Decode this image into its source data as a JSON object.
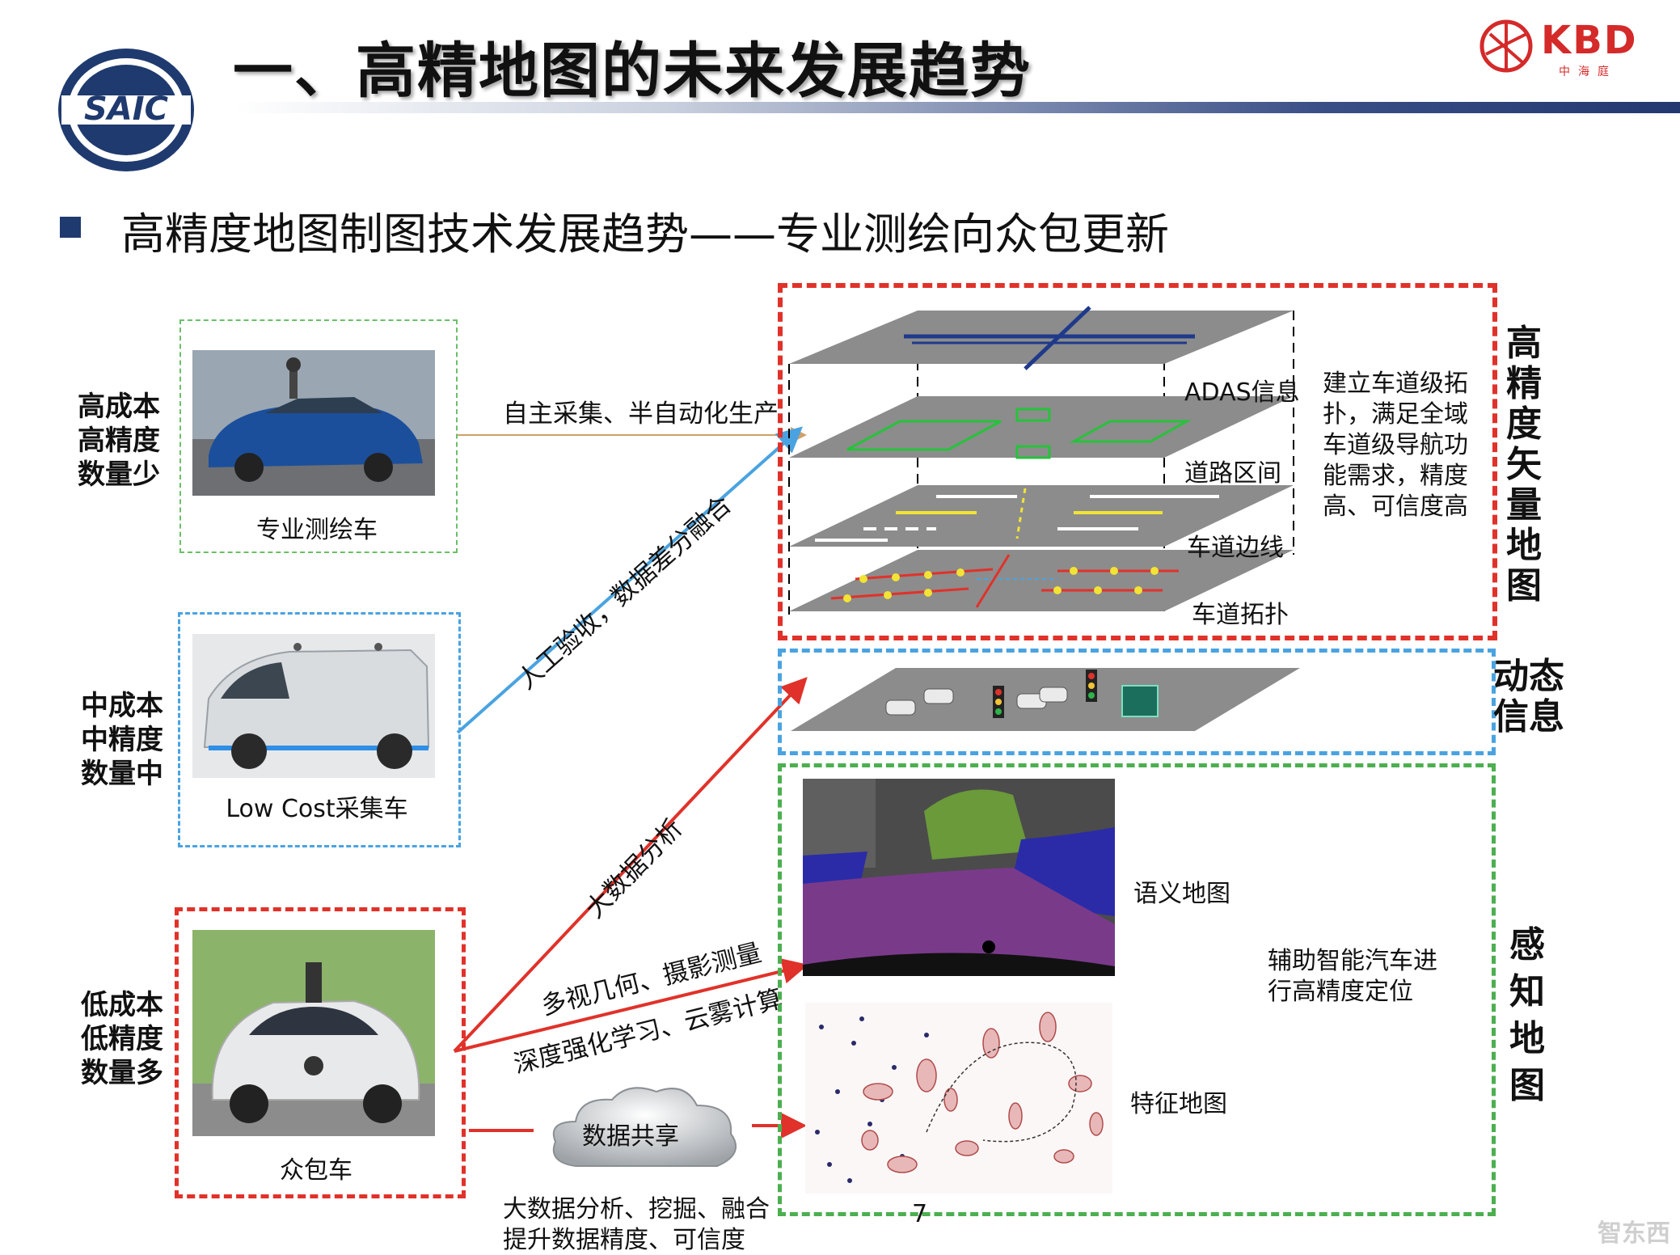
{
  "header": {
    "title": "一、高精地图的未来发展趋势",
    "logo_left_text": "SAIC",
    "logo_right_text": "KBD",
    "logo_right_sub": "中海庭"
  },
  "subtitle": "高精度地图制图技术发展趋势——专业测绘向众包更新",
  "sources": [
    {
      "label_lines": [
        "高成本",
        "高精度",
        "数量少"
      ],
      "caption": "专业测绘车"
    },
    {
      "label_lines": [
        "中成本",
        "中精度",
        "数量中"
      ],
      "caption": "Low Cost采集车"
    },
    {
      "label_lines": [
        "低成本",
        "低精度",
        "数量多"
      ],
      "caption": "众包车"
    }
  ],
  "flows": {
    "pro_to_map": "自主采集、半自动化生产",
    "lowcost_to_map": "人工验收，数据差分融合",
    "crowd_to_dynamic": "大数据分析",
    "crowd_to_semantic_1": "多视几何、摄影测量",
    "crowd_to_semantic_2": "深度强化学习、云雾计算",
    "cloud": "数据共享",
    "cloud_caption_1": "大数据分析、挖掘、融合",
    "cloud_caption_2": "提升数据精度、可信度"
  },
  "hd_map": {
    "layers": [
      "ADAS信息",
      "道路区间",
      "车道边线",
      "车道拓扑"
    ],
    "description": [
      "建立车道级拓",
      "扑，满足全域",
      "车道级导航功",
      "能需求，精度",
      "高、可信度高"
    ],
    "side_label": [
      "高",
      "精",
      "度",
      "矢",
      "量",
      "地",
      "图"
    ]
  },
  "dynamic": {
    "side_label": [
      "动态",
      "信息"
    ]
  },
  "perception": {
    "semantic_label": "语义地图",
    "feature_label": "特征地图",
    "description": [
      "辅助智能汽车进",
      "行高精度定位"
    ],
    "side_label": [
      "感",
      "知",
      "地",
      "图"
    ]
  },
  "page_number": "7",
  "watermark": "智东西",
  "colors": {
    "red_dash": "#e0322a",
    "blue_dash": "#4aa3e0",
    "green_dash": "#4caf50",
    "navy": "#1f3a6e"
  }
}
